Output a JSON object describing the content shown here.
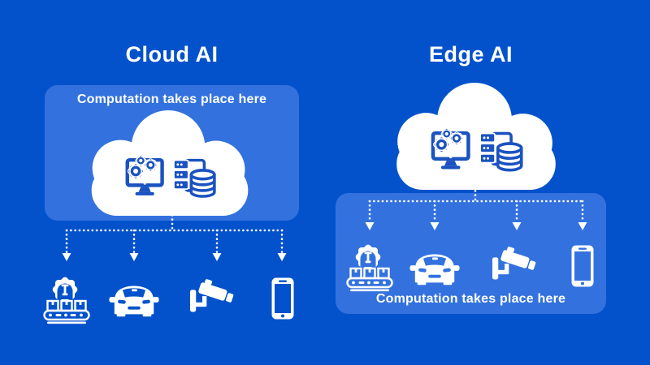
{
  "colors": {
    "background": "#0452cb",
    "panel": "#3372de",
    "icon_blue": "#1b52c0"
  },
  "left": {
    "title": "Cloud AI",
    "computation_label": "Computation takes place here",
    "cloud_icons": [
      "computer-with-gears-icon",
      "server-database-icon"
    ],
    "devices": [
      "factory-conveyor-icon",
      "car-icon",
      "cctv-camera-icon",
      "smartphone-icon"
    ]
  },
  "right": {
    "title": "Edge AI",
    "computation_label": "Computation takes place here",
    "cloud_icons": [
      "computer-with-gears-icon",
      "server-database-icon"
    ],
    "devices": [
      "factory-conveyor-icon",
      "car-icon",
      "cctv-camera-icon",
      "smartphone-icon"
    ]
  }
}
